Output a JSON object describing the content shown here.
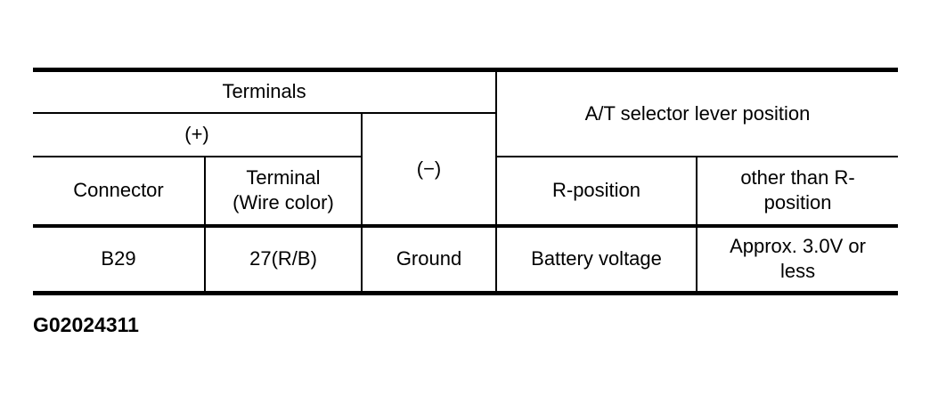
{
  "colors": {
    "background": "#ffffff",
    "text": "#000000",
    "border": "#000000"
  },
  "table": {
    "header": {
      "terminals": "Terminals",
      "at_selector": "A/T selector lever position",
      "plus": "(+)",
      "minus": "(−)",
      "connector": "Connector",
      "terminal_wire": "Terminal (Wire color)",
      "r_position": "R-position",
      "other_than_r": "other than R-position"
    },
    "row": {
      "connector": "B29",
      "terminal_wire": "27(R/B)",
      "minus": "Ground",
      "r_position": "Battery voltage",
      "other_than_r": "Approx. 3.0V or less"
    }
  },
  "caption": "G02024311"
}
